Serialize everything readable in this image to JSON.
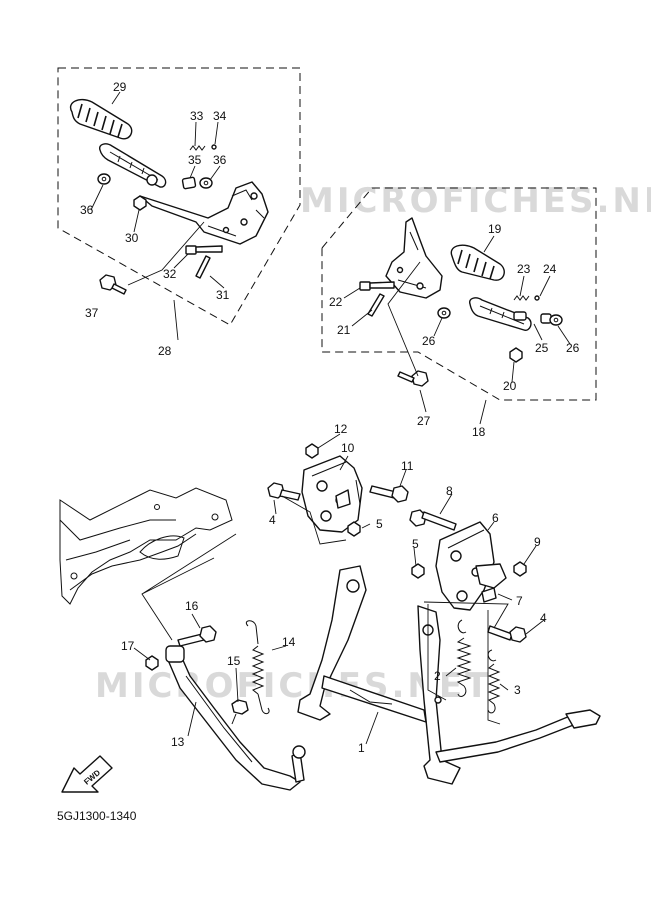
{
  "watermark": "MICROFICHES.NET",
  "diagram_code": "5GJ1300-1340",
  "fwd_label": "FWD",
  "callouts": {
    "p1": "1",
    "p2": "2",
    "p3": "3",
    "p4a": "4",
    "p4b": "4",
    "p5a": "5",
    "p5b": "5",
    "p6": "6",
    "p7": "7",
    "p8": "8",
    "p9": "9",
    "p10": "10",
    "p11": "11",
    "p12": "12",
    "p13": "13",
    "p14": "14",
    "p15": "15",
    "p16": "16",
    "p17": "17",
    "p18": "18",
    "p19": "19",
    "p20": "20",
    "p21": "21",
    "p22": "22",
    "p23": "23",
    "p24": "24",
    "p25": "25",
    "p26a": "26",
    "p26b": "26",
    "p27": "27",
    "p28": "28",
    "p29": "29",
    "p30": "30",
    "p31": "31",
    "p32": "32",
    "p33": "33",
    "p34": "34",
    "p35": "35",
    "p36a": "36",
    "p36b": "36",
    "p37": "37"
  }
}
